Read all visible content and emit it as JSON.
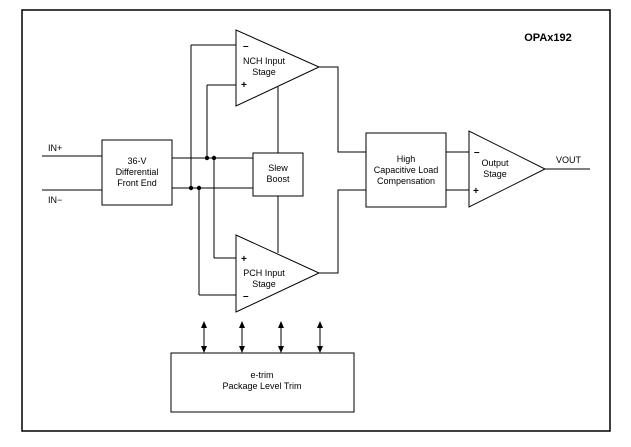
{
  "diagram": {
    "title": "OPAx192",
    "inputs": {
      "in_plus": "IN+",
      "in_minus": "IN−"
    },
    "output": "VOUT",
    "blocks": {
      "front_end": [
        "36-V",
        "Differential",
        "Front End"
      ],
      "nch_stage": [
        "NCH Input",
        "Stage"
      ],
      "pch_stage": [
        "PCH Input",
        "Stage"
      ],
      "slew_boost": [
        "Slew",
        "Boost"
      ],
      "compensation": [
        "High",
        "Capacitive Load",
        "Compensation"
      ],
      "output_stage": [
        "Output",
        "Stage"
      ],
      "etrim": [
        "e-trim",
        "Package Level Trim"
      ]
    },
    "signs": {
      "minus": "–",
      "plus": "+"
    }
  },
  "colors": {
    "line": "#000000",
    "background": "#ffffff"
  }
}
